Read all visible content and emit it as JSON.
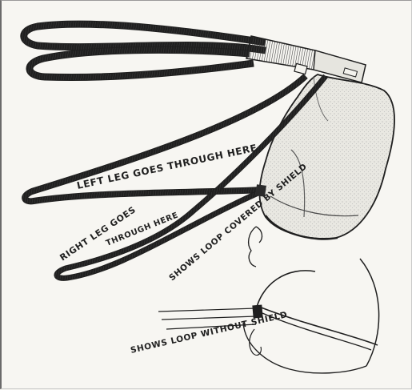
{
  "labels": {
    "left_leg": "LEFT LEG GOES THROUGH HERE",
    "right_leg_line1": "RIGHT LEG GOES",
    "right_leg_line2": "THROUGH HERE",
    "loop_covered": "SHOWS LOOP COVERED BY SHIELD",
    "loop_without": "SHOWS LOOP WITHOUT SHIELD"
  },
  "colors": {
    "ink": "#1f1f1f",
    "paper": "#f7f6f2"
  }
}
